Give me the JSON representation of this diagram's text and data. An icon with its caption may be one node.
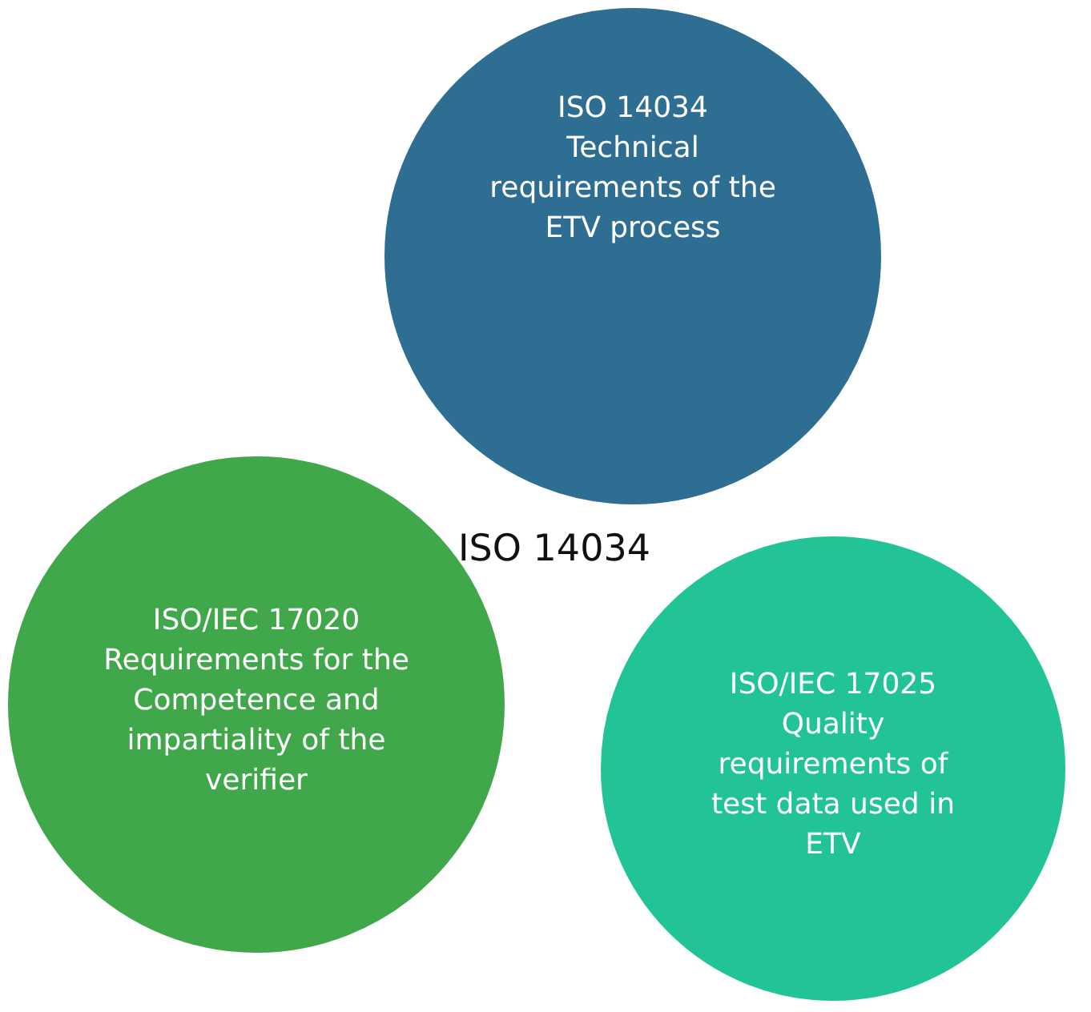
{
  "diagram": {
    "nodes": [
      {
        "text": [
          "ISO 14034",
          "Technical requirements of the ETV process"
        ]
      },
      {
        "text": [
          "ISO/IEC 17020",
          "Requirements for the Competence and impartiality of the verifier"
        ]
      },
      {
        "text": [
          "ISO/IEC 17025",
          "Quality requirements of test data used in ETV"
        ]
      },
      {
        "text": [
          "ISO 14034"
        ]
      }
    ],
    "edges": []
  }
}
